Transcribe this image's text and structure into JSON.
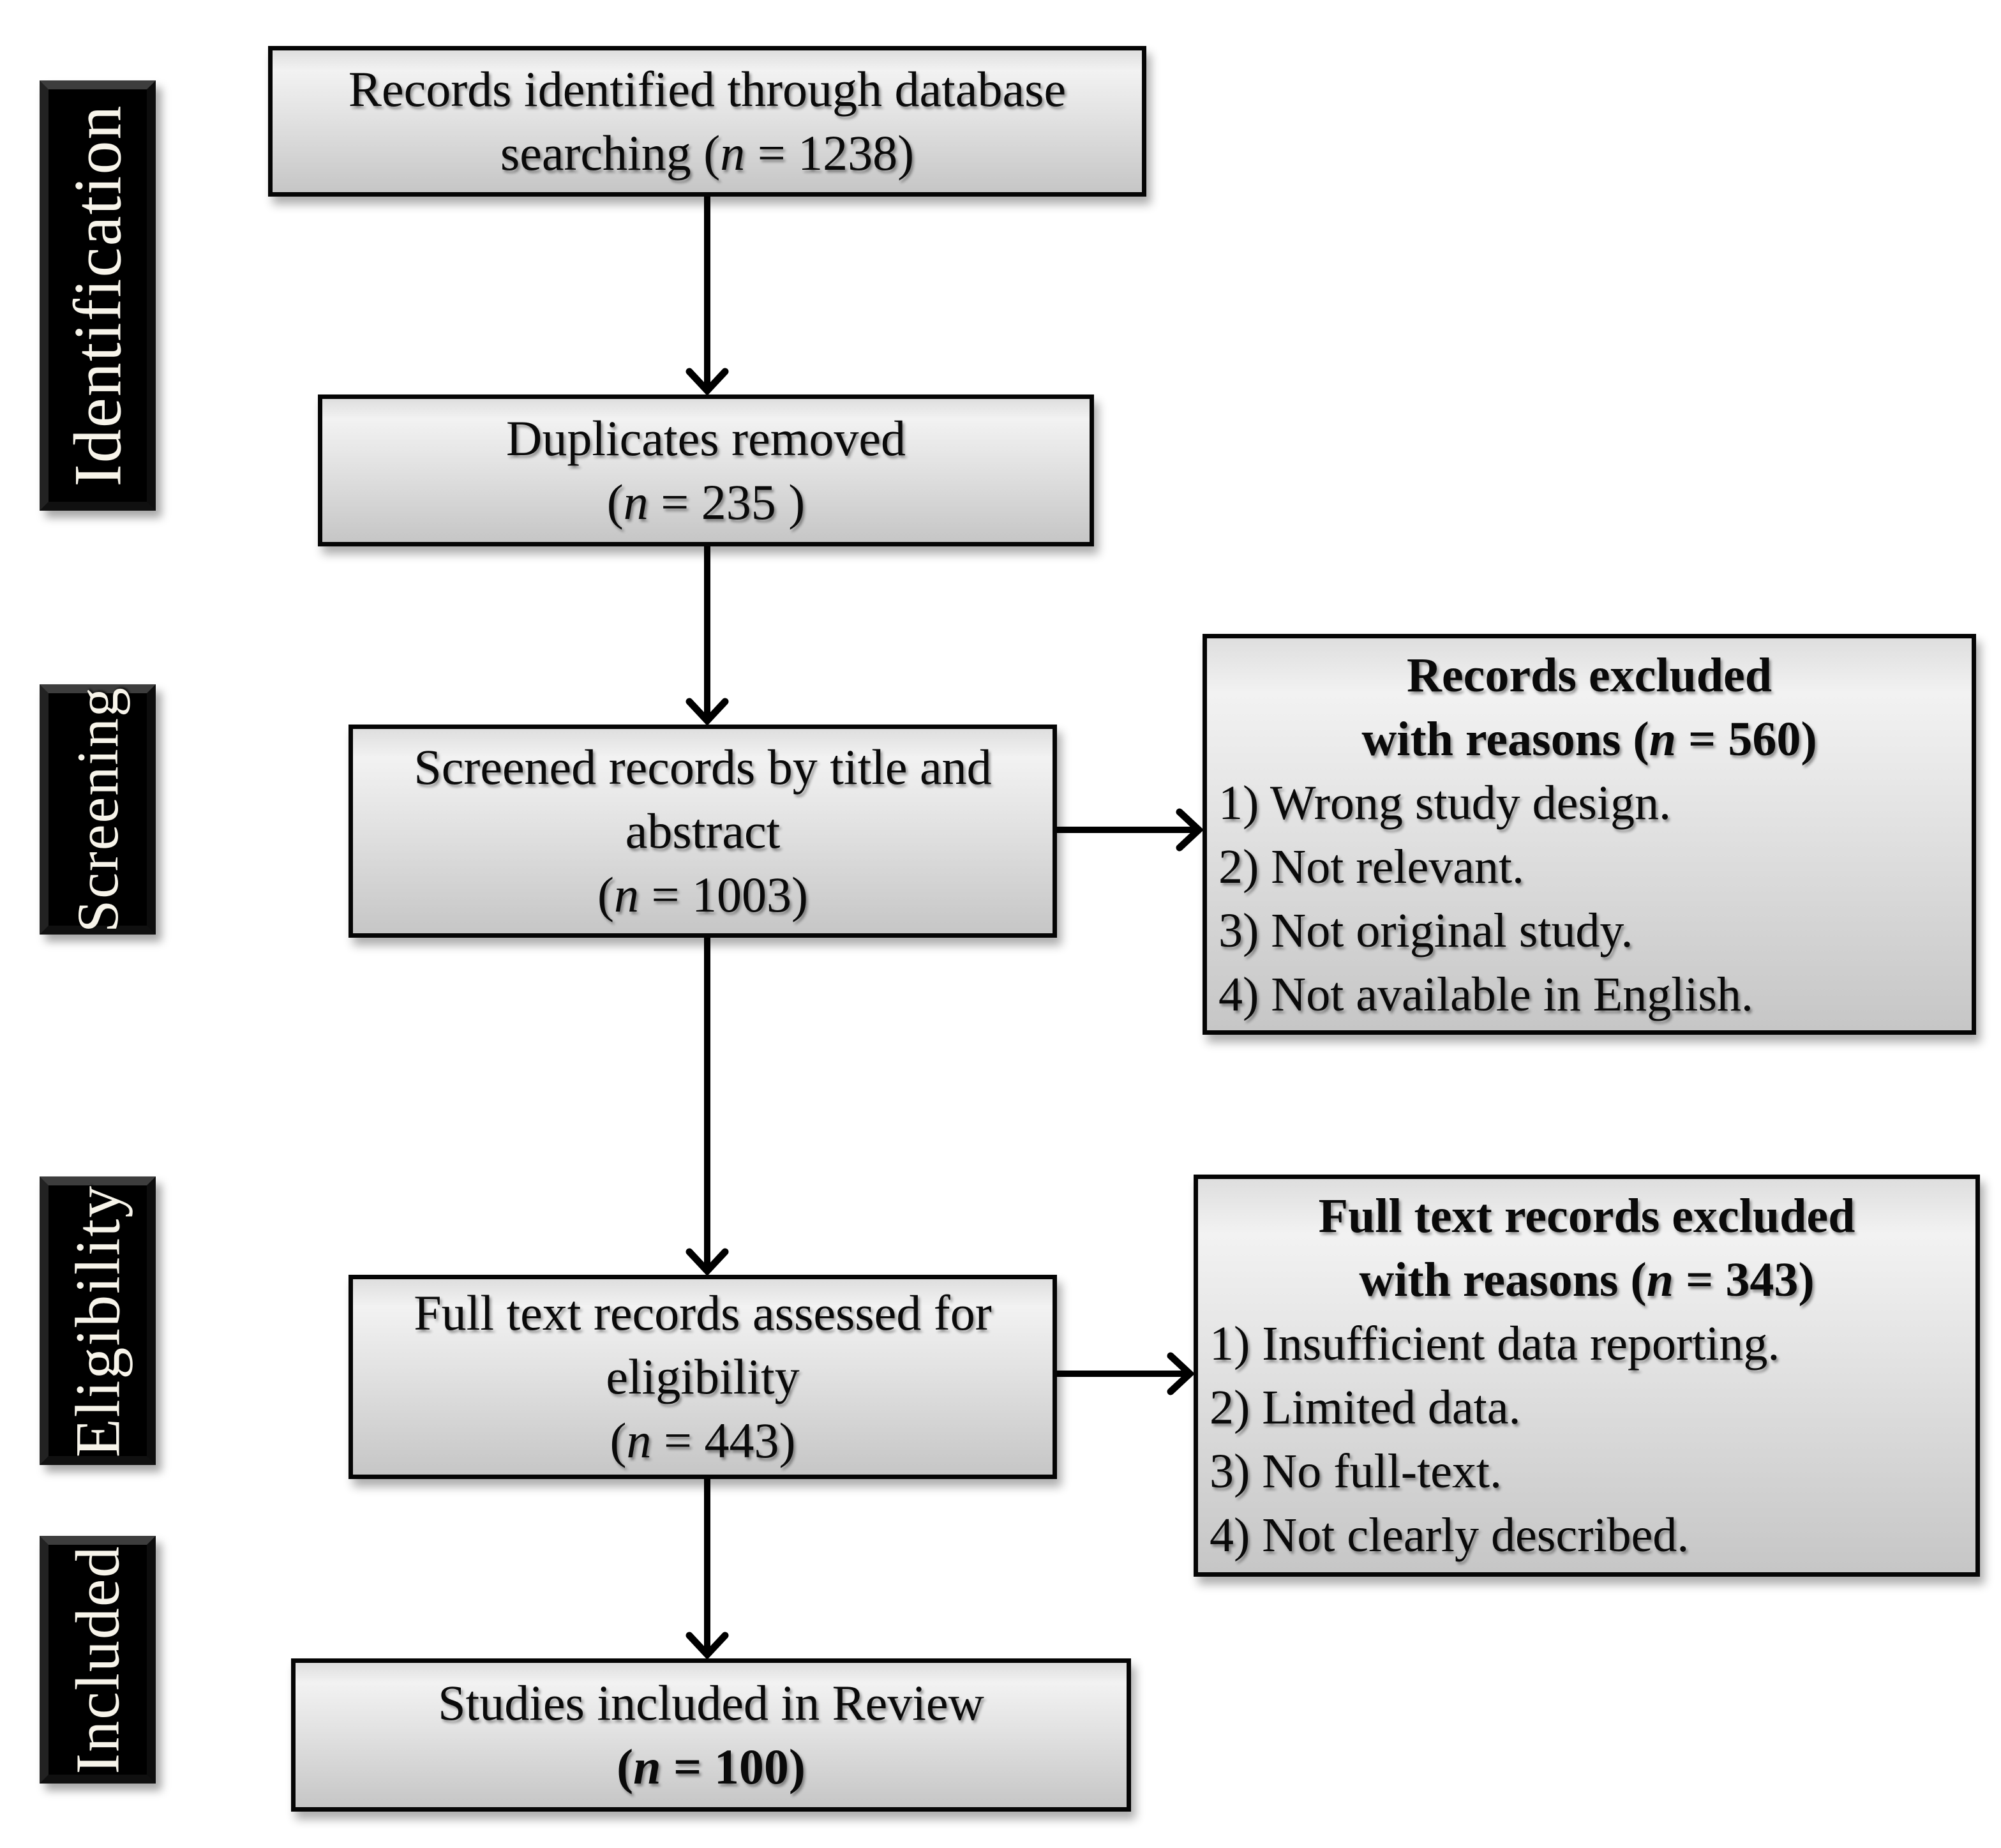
{
  "diagram": {
    "type": "prisma-flow",
    "stages": {
      "identification": "Identification",
      "screening": "Screening",
      "eligibility": "Eligibility",
      "included": "Included"
    },
    "flow": {
      "box1": {
        "lines": [
          {
            "pre": "Records identified through database"
          },
          {
            "pre": "searching (",
            "n": "n",
            "post": " = 1238)"
          }
        ]
      },
      "box2": {
        "lines": [
          {
            "pre": "Duplicates removed"
          },
          {
            "pre": "(",
            "n": "n",
            "post": " = 235 )"
          }
        ]
      },
      "box3": {
        "lines": [
          {
            "pre": "Screened records by title and"
          },
          {
            "pre": "abstract"
          },
          {
            "pre": "(",
            "n": "n",
            "post": " = 1003)"
          }
        ]
      },
      "box4": {
        "lines": [
          {
            "pre": "Full text records assessed for"
          },
          {
            "pre": "eligibility"
          },
          {
            "pre": "(",
            "n": "n",
            "post": " = 443)"
          }
        ]
      },
      "box5": {
        "lines": [
          {
            "pre": "Studies included in Review"
          },
          {
            "pre": "(",
            "n": "n",
            "post": " = 100)"
          }
        ]
      }
    },
    "exclusions": {
      "boxA": {
        "header": [
          {
            "pre": "Records excluded"
          },
          {
            "pre": "with reasons (",
            "n": "n",
            "post": " = 560)"
          }
        ],
        "items": [
          "1) Wrong study design.",
          "2) Not relevant.",
          "3) Not original study.",
          "4) Not available in English."
        ]
      },
      "boxB": {
        "header": [
          {
            "pre": "Full text records excluded"
          },
          {
            "pre": "with reasons (",
            "n": "n",
            "post": " = 343)"
          }
        ],
        "items": [
          "1) Insufficient data reporting.",
          "2) Limited data.",
          "3) No full-text.",
          "4) Not clearly described."
        ]
      }
    },
    "colors": {
      "box_fill_top": "#f2f2f2",
      "box_fill_bottom": "#c6c6c6",
      "box_border": "#050505",
      "stage_bg": "#000000",
      "stage_text": "#f7f4ea",
      "arrow": "#000000"
    }
  }
}
